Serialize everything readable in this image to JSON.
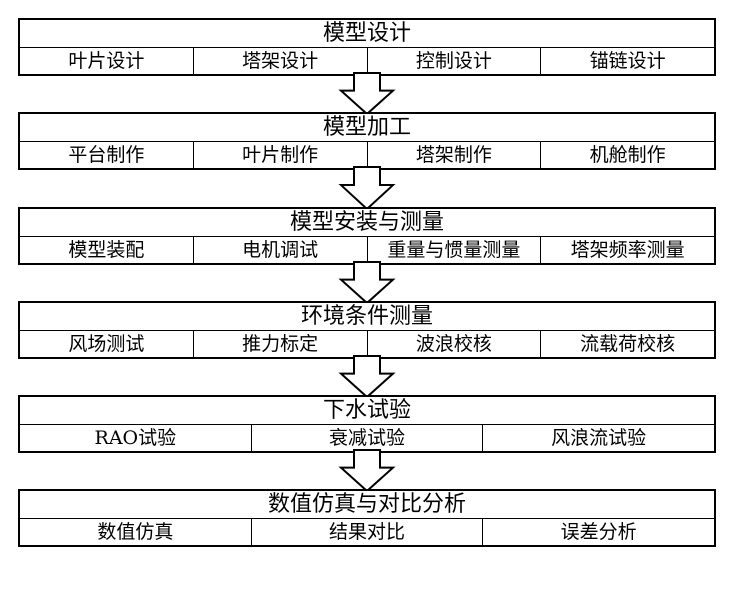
{
  "stages": [
    {
      "title": "模型设计",
      "items": [
        "叶片设计",
        "塔架设计",
        "控制设计",
        "锚链设计"
      ]
    },
    {
      "title": "模型加工",
      "items": [
        "平台制作",
        "叶片制作",
        "塔架制作",
        "机舱制作"
      ]
    },
    {
      "title": "模型安装与测量",
      "items": [
        "模型装配",
        "电机调试",
        "重量与惯量测量",
        "塔架频率测量"
      ]
    },
    {
      "title": "环境条件测量",
      "items": [
        "风场测试",
        "推力标定",
        "波浪校核",
        "流载荷校核"
      ]
    },
    {
      "title": "下水试验",
      "items": [
        "RAO试验",
        "衰减试验",
        "风浪流试验"
      ]
    },
    {
      "title": "数值仿真与对比分析",
      "items": [
        "数值仿真",
        "结果对比",
        "误差分析"
      ]
    }
  ]
}
